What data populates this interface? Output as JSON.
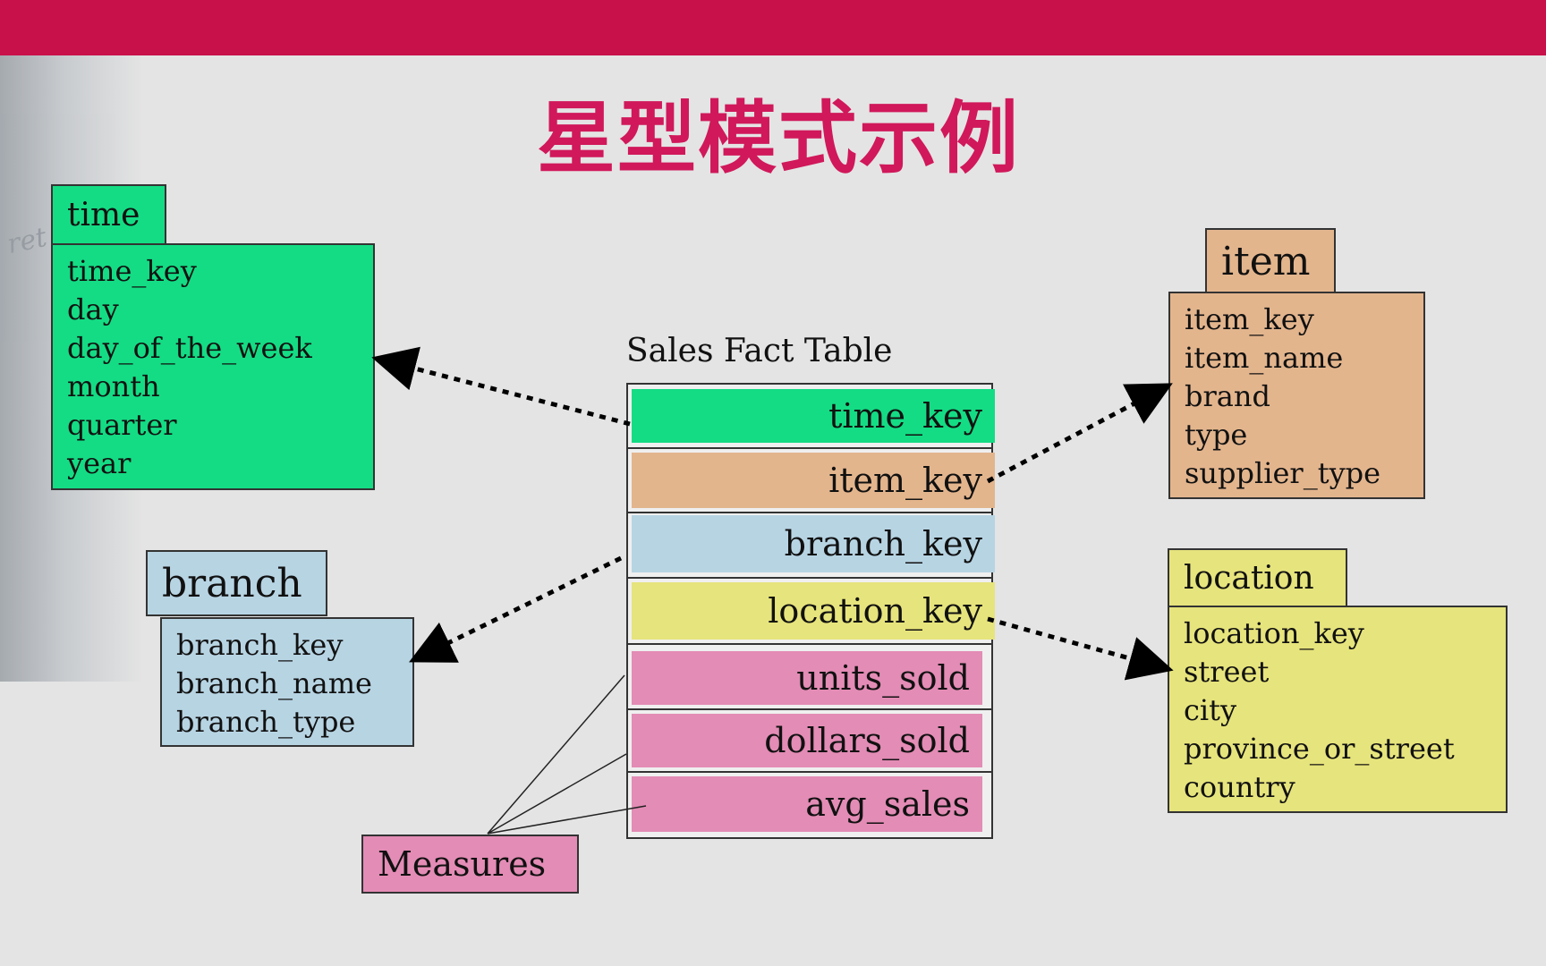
{
  "slide": {
    "title": "星型模式示例",
    "decoration_text": "ret",
    "accent_color": "#c8104a"
  },
  "fact_table": {
    "title": "Sales Fact Table",
    "rows": [
      "time_key",
      "item_key",
      "branch_key",
      "location_key",
      "units_sold",
      "dollars_sold",
      "avg_sales"
    ]
  },
  "dimensions": {
    "time": {
      "name": "time",
      "fields": [
        "time_key",
        "day",
        "day_of_the_week",
        "month",
        "quarter",
        "year"
      ],
      "color": "#14dc84"
    },
    "item": {
      "name": "item",
      "fields": [
        "item_key",
        "item_name",
        "brand",
        "type",
        "supplier_type"
      ],
      "color": "#e3b58d"
    },
    "branch": {
      "name": "branch",
      "fields": [
        "branch_key",
        "branch_name",
        "branch_type"
      ],
      "color": "#b7d4e3"
    },
    "location": {
      "name": "location",
      "fields": [
        "location_key",
        "street",
        "city",
        "province_or_street",
        "country"
      ],
      "color": "#e6e47c"
    }
  },
  "measures": {
    "label": "Measures",
    "color": "#e38cb5"
  }
}
